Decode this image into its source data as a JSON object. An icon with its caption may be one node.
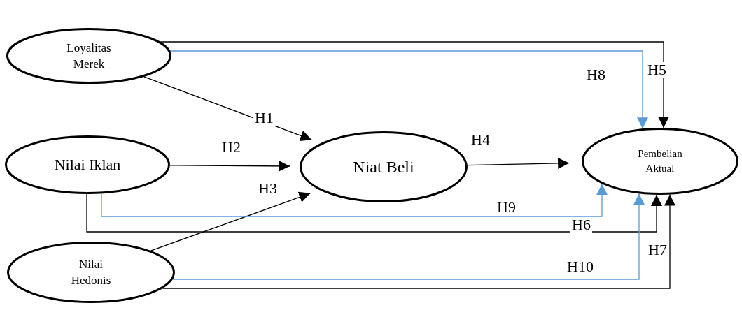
{
  "diagram": {
    "nodes": [
      {
        "text": [
          "Loyalitas Merek"
        ]
      },
      {
        "text": [
          "Nilai Iklan"
        ]
      },
      {
        "text": [
          "Nilai Hedonis"
        ]
      },
      {
        "text": [
          "Niat Beli"
        ]
      },
      {
        "text": [
          "Pembelian Aktual"
        ]
      }
    ],
    "edges": [
      {
        "from": 0,
        "to": 3,
        "arrow": "to",
        "label": "H1"
      },
      {
        "from": 1,
        "to": 3,
        "arrow": "to",
        "label": "H2"
      },
      {
        "from": 2,
        "to": 3,
        "arrow": "to",
        "label": "H3"
      },
      {
        "from": 3,
        "to": 4,
        "arrow": "to",
        "label": "H4"
      },
      {
        "from": 0,
        "to": 4,
        "arrow": "to",
        "label": "H5"
      },
      {
        "from": 0,
        "to": 4,
        "arrow": "to",
        "label": "H8",
        "color": "#5b9bd5"
      },
      {
        "from": 1,
        "to": 4,
        "arrow": "to",
        "label": "H9",
        "color": "#5b9bd5"
      },
      {
        "from": 1,
        "to": 4,
        "arrow": "to",
        "label": "H6"
      },
      {
        "from": 2,
        "to": 4,
        "arrow": "to",
        "label": "H10",
        "color": "#5b9bd5"
      },
      {
        "from": 2,
        "to": 4,
        "arrow": "to",
        "label": "H7"
      }
    ]
  }
}
